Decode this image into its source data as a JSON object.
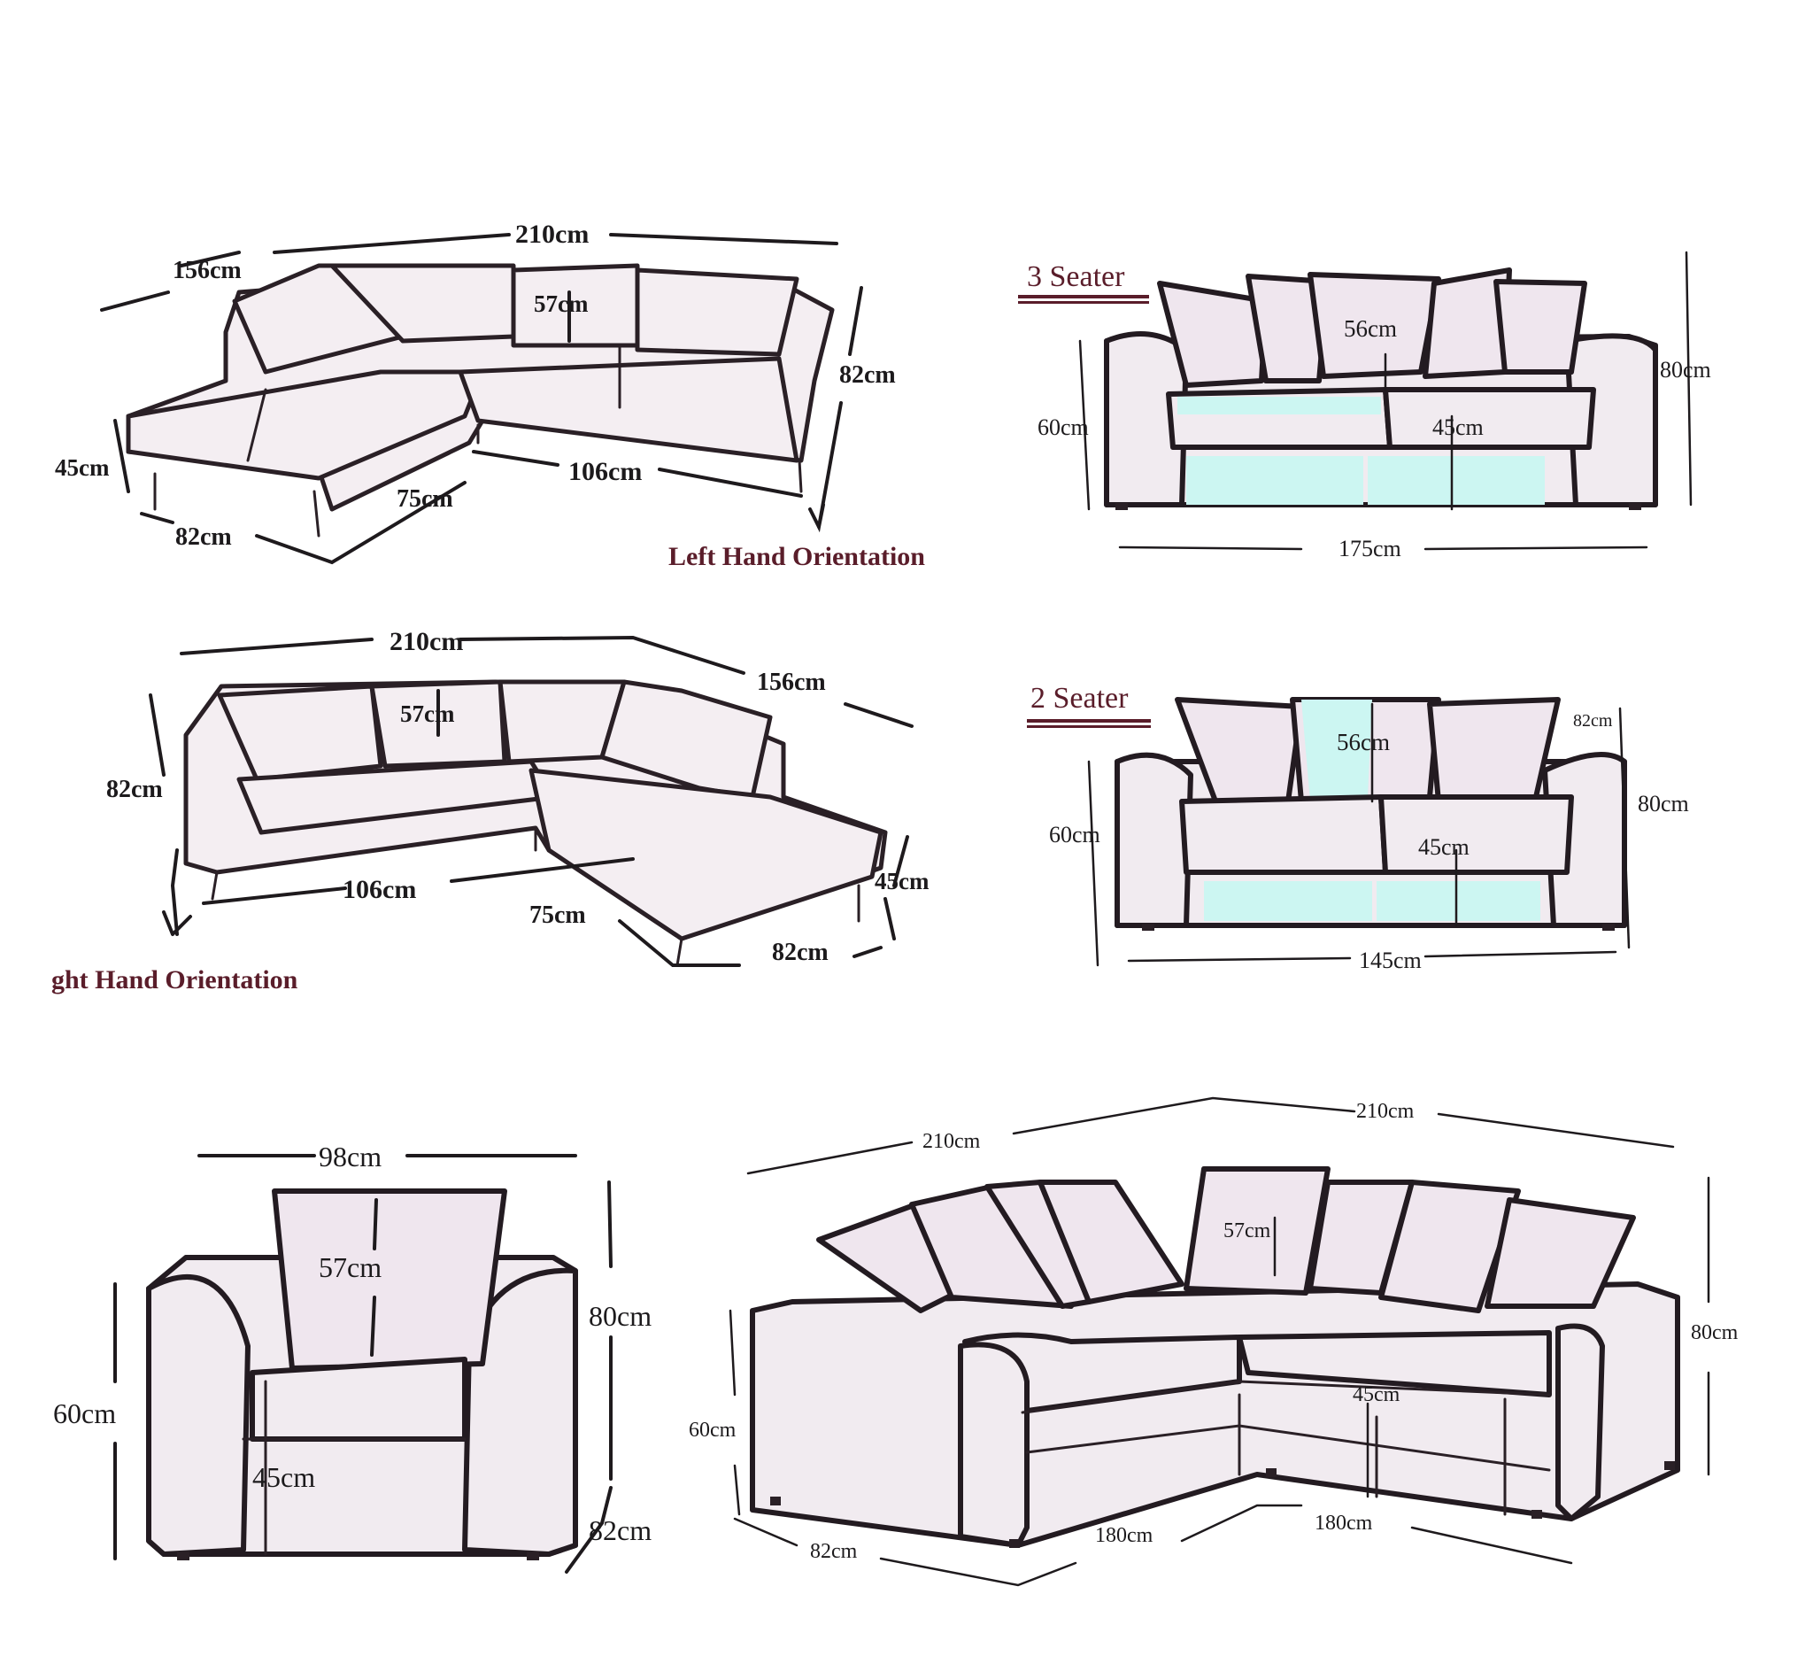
{
  "panels": {
    "left_corner": {
      "caption": "Left Hand Orientation",
      "dims": {
        "total_width": "210cm",
        "side_width": "156cm",
        "back_height": "57cm",
        "height": "82cm",
        "seat_height": "45cm",
        "depth": "82cm",
        "inner": "75cm",
        "length": "106cm"
      }
    },
    "right_corner": {
      "caption": "ght Hand Orientation",
      "dims": {
        "total_width": "210cm",
        "side_width": "156cm",
        "back_height": "57cm",
        "height": "82cm",
        "seat_height": "45cm",
        "depth": "82cm",
        "inner": "75cm",
        "length": "106cm"
      }
    },
    "three_seater": {
      "title": "3 Seater",
      "dims": {
        "back": "56cm",
        "seat": "45cm",
        "arm_height": "60cm",
        "height": "80cm",
        "width": "175cm"
      }
    },
    "two_seater": {
      "title": "2 Seater",
      "dims": {
        "back": "56cm",
        "seat": "45cm",
        "arm_height": "60cm",
        "height": "80cm",
        "depth": "82cm",
        "width": "145cm"
      }
    },
    "armchair": {
      "dims": {
        "width": "98cm",
        "back": "57cm",
        "height": "80cm",
        "arm_height": "60cm",
        "seat": "45cm",
        "depth": "82cm"
      }
    },
    "corner_sofa": {
      "dims": {
        "left_width": "210cm",
        "right_width": "210cm",
        "back": "57cm",
        "seat": "45cm",
        "arm_height": "60cm",
        "height": "80cm",
        "depth": "82cm",
        "left_run": "180cm",
        "right_run": "180cm"
      }
    }
  }
}
